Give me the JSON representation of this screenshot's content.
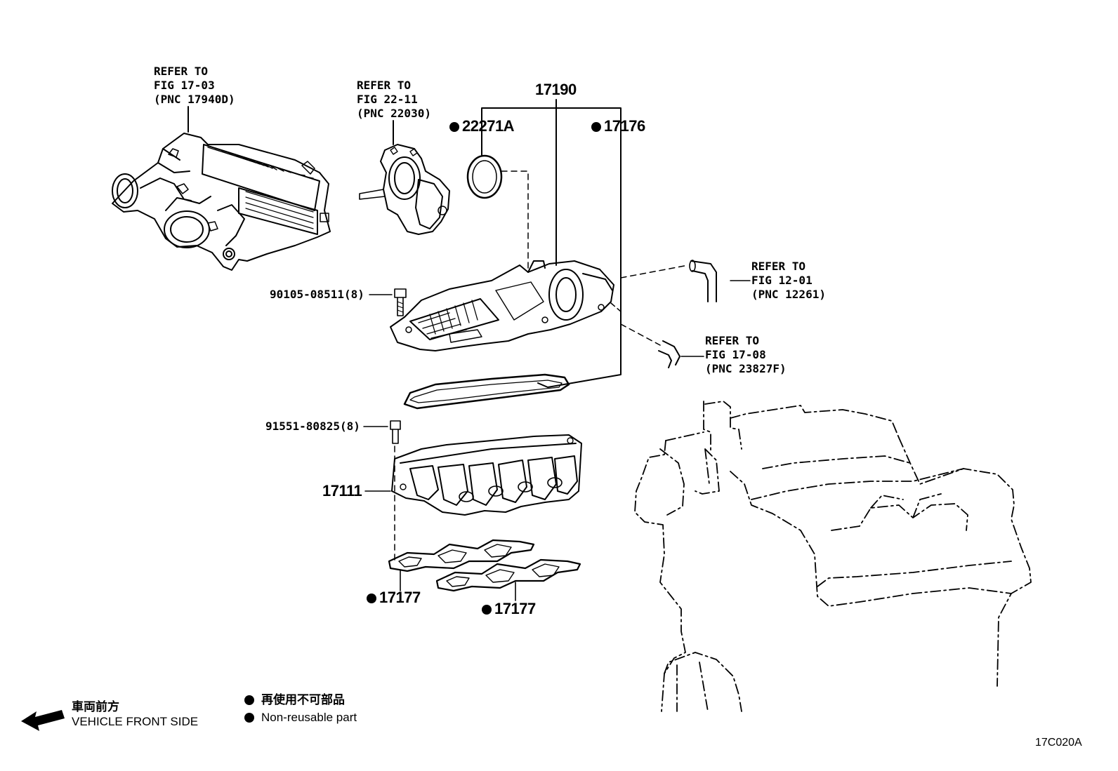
{
  "refs": [
    {
      "line1": "REFER TO",
      "line2": "FIG 17-03",
      "line3": "(PNC 17940D)"
    },
    {
      "line1": "REFER TO",
      "line2": "FIG 22-11",
      "line3": "(PNC 22030)"
    },
    {
      "line1": "REFER TO",
      "line2": "FIG 12-01",
      "line3": "(PNC 12261)"
    },
    {
      "line1": "REFER TO",
      "line2": "FIG 17-08",
      "line3": "(PNC 23827F)"
    }
  ],
  "parts": {
    "p17190": "17190",
    "p22271A": "22271A",
    "p17176": "17176",
    "p90105": "90105-08511(8)",
    "p91551": "91551-80825(8)",
    "p17111": "17111",
    "p17177a": "17177",
    "p17177b": "17177"
  },
  "legend": {
    "front_jp": "車両前方",
    "front_en": "VEHICLE FRONT SIDE",
    "nonreuse_jp": "再使用不可部品",
    "nonreuse_en": "Non-reusable part"
  },
  "figure_code": "17C020A"
}
